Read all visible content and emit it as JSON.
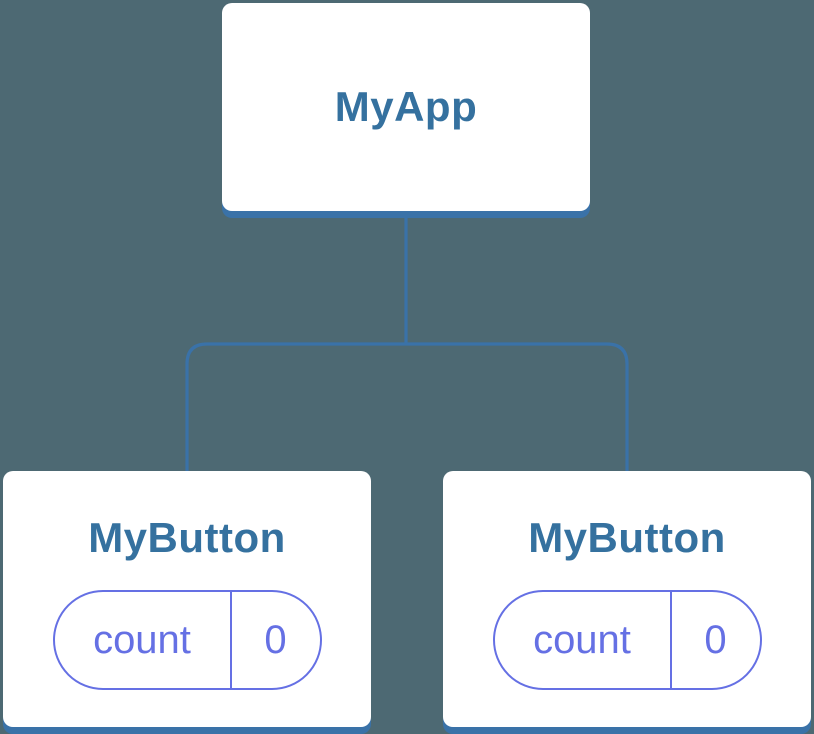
{
  "diagram": {
    "type": "component-tree",
    "colors": {
      "bg": "#4d6973",
      "line": "#3a72a8",
      "node-bg": "#ffffff",
      "title": "#35719f",
      "state": "#6570e4"
    },
    "root": {
      "label": "MyApp"
    },
    "children": [
      {
        "label": "MyButton",
        "state": {
          "key": "count",
          "value": "0"
        }
      },
      {
        "label": "MyButton",
        "state": {
          "key": "count",
          "value": "0"
        }
      }
    ]
  }
}
